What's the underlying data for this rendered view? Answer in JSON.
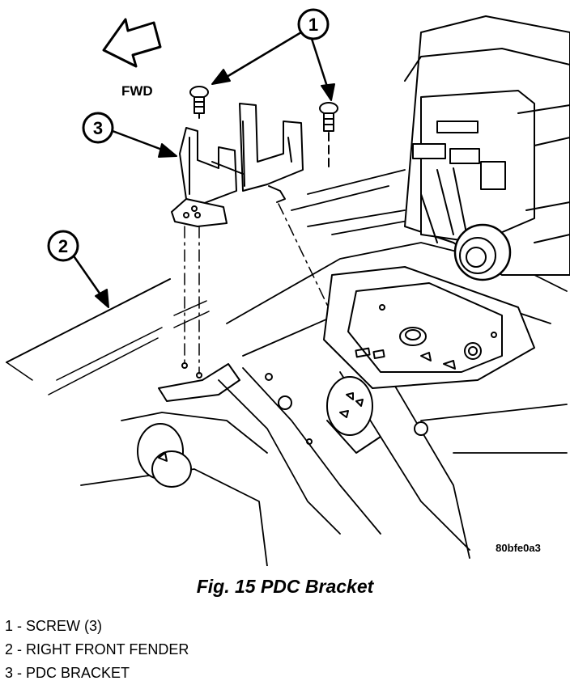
{
  "figure": {
    "fwd_label": "FWD",
    "callouts": [
      "1",
      "2",
      "3"
    ],
    "image_code": "80bfe0a3"
  },
  "caption": "Fig. 15 PDC Bracket",
  "legend": [
    {
      "num": "1",
      "text": "1 - SCREW (3)"
    },
    {
      "num": "2",
      "text": "2 - RIGHT FRONT FENDER"
    },
    {
      "num": "3",
      "text": "3 - PDC BRACKET"
    }
  ]
}
